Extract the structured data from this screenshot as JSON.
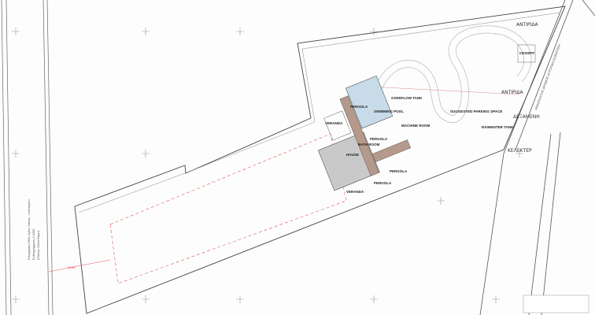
{
  "drawing": {
    "labels": {
      "veranda_top": "VERANDA",
      "pergola_1": "PERGOLA",
      "swimming_pool": "SWIMMING POOL",
      "overflow_tank": "OVERFLOW TANK",
      "machine_room": "MACHINE ROOM",
      "pergola_2": "PERGOLA",
      "bath_room": "BATH ROOM",
      "house": "HOUSE",
      "pergola_3": "PERGOLA",
      "pergola_4": "PERGOLA",
      "veranda_bottom": "VERANDA",
      "parking": "SUGGESTED PARKING SPACE",
      "rainwater_tank": "RAINWATER TANK",
      "cesspit": "CESSPIT",
      "antiridia_top": "ΑΝΤΙΡΙΔΑ",
      "antiridia_mid": "ΑΝΤΙΡΙΔΑ",
      "dexameni": "ΔΕΞΑΜΕΝΗ",
      "kelekter": "ΚΕΛΕΚΤΕΡ",
      "right_road": "ΑΝΑΣΦΑΛΤΟΣ ΔΡΟΜΟΣ ΑΓΡΟΤΙΚΗ ΚΟΙΝΟΤΙΚΗ",
      "left_road_1": "Επαρχιακή Οδός Αγίας Νάπας - Λιοπετρίου",
      "left_road_2": "Ευθυγράμμιση 1:1000",
      "left_road_3": "(Πλάτος Οδού Βάρυ)",
      "dimension_red": "20.81"
    },
    "colors": {
      "house": "#c9c9c9",
      "pool": "#c7dbe8",
      "pergola": "#b59a8c",
      "line": "#555555",
      "dimension": "#e05555"
    }
  }
}
